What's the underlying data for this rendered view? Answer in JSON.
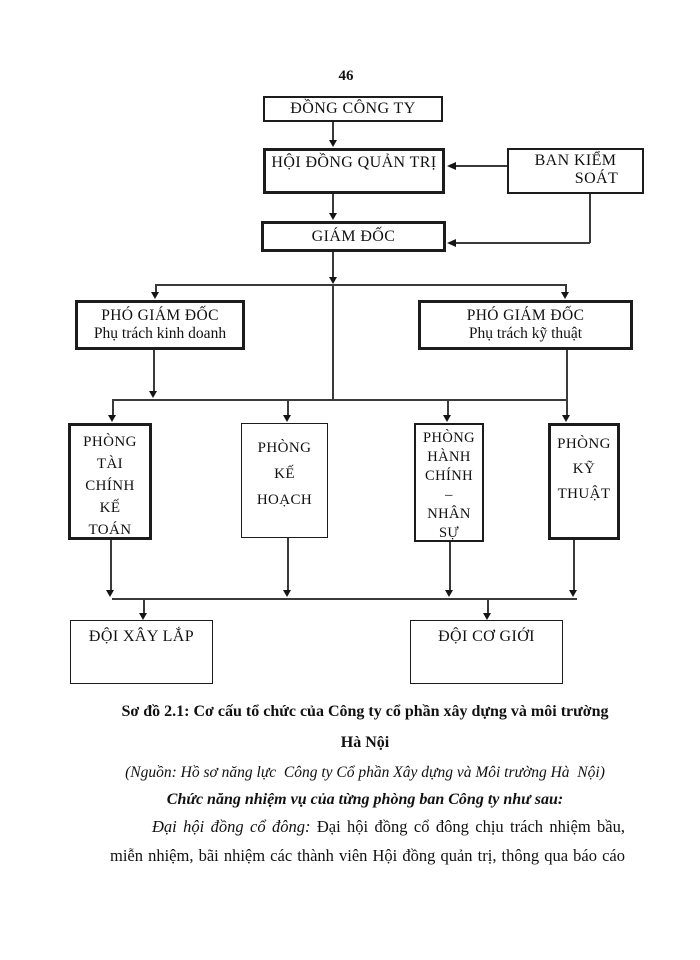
{
  "page_number": "46",
  "diagram": {
    "board_company": "ĐỒNG CÔNG TY",
    "board_directors": "HỘI ĐỒNG QUẢN TRỊ",
    "control_board": {
      "line1": "BAN KIỂM",
      "line2": "SOÁT"
    },
    "director": "GIÁM ĐỐC",
    "deputy_business": {
      "title": "PHÓ GIÁM ĐỐC",
      "subtitle": "Phụ trách kinh doanh"
    },
    "deputy_technical": {
      "title": "PHÓ GIÁM ĐỐC",
      "subtitle": "Phụ trách kỹ thuật"
    },
    "dept_finance": {
      "lines": [
        "PHÒNG",
        "TÀI",
        "CHÍNH",
        "KẾ",
        "TOÁN"
      ]
    },
    "dept_planning": {
      "lines": [
        "PHÒNG",
        "KẾ",
        "HOẠCH"
      ]
    },
    "dept_admin_hr": {
      "lines": [
        "PHÒNG",
        "HÀNH",
        "CHÍNH",
        "–",
        "NHÂN",
        "SỰ"
      ]
    },
    "dept_technical": {
      "lines": [
        "PHÒNG",
        "KỸ",
        "THUẬT"
      ]
    },
    "team_construction": "ĐỘI XÂY LẮP",
    "team_machinery": "ĐỘI CƠ GIỚI"
  },
  "caption": {
    "line1": "Sơ đồ 2.1: Cơ cấu tổ chức của Công ty cổ phần xây dựng và môi trường",
    "line2": "Hà Nội",
    "source": "(Nguồn: Hồ sơ năng lực  Công ty Cổ phần Xây dựng và Môi trường Hà  Nội)"
  },
  "body_text": {
    "heading": "Chức năng nhiệm vụ của từng phòng ban Công ty như sau:",
    "paragraph_line1_lead": "Đại hội đồng cổ đông:",
    "paragraph_line1_rest": " Đại hội đồng cổ đông chịu trách nhiệm bầu,",
    "paragraph_line2": "miễn nhiệm, bãi nhiệm các thành viên Hội đồng quản trị, thông qua báo cáo"
  },
  "colors": {
    "line": "#3a3a3a",
    "text": "#111111",
    "background": "#ffffff"
  }
}
